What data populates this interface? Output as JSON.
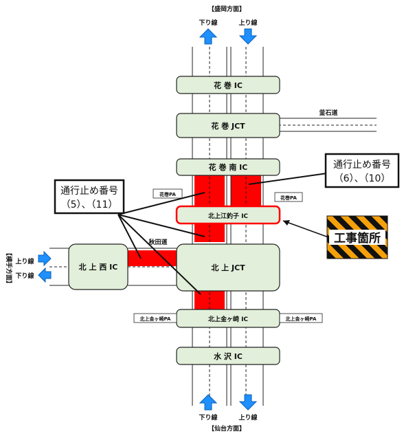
{
  "directions": {
    "north": "【盛岡方面】",
    "south": "【仙台方面】",
    "west": "【横手方面】"
  },
  "lanes": {
    "down": "下り線",
    "up": "上り線"
  },
  "interchanges": {
    "hanamaki_ic": "花 巻 IC",
    "hanamaki_jct": "花 巻 JCT",
    "hanamaki_minami_ic": "花 巻 南 IC",
    "kitakami_esashi_ic": "北上江釣子 IC",
    "kitakami_jct": "北 上 JCT",
    "kitakami_nishi_ic": "北 上 西 IC",
    "kitakami_kanegasaki_ic": "北上金ヶ崎 IC",
    "mizusawa_ic": "水 沢 IC"
  },
  "roads": {
    "kamaishi": "釜石道",
    "akita": "秋田道"
  },
  "parking_areas": {
    "hanamaki_pa_left": "花巻PA",
    "hanamaki_pa_right": "花巻PA",
    "kanegasaki_pa_left": "北上金ヶ崎PA",
    "kanegasaki_pa_right": "北上金ヶ崎PA"
  },
  "callouts": {
    "left": {
      "line1": "通行止め番号",
      "line2": "（5）、（11）"
    },
    "right": {
      "line1": "通行止め番号",
      "line2": "（6）、（10）"
    }
  },
  "construction_label": "工事箇所",
  "colors": {
    "closure_red": "#ff0000",
    "box_fill": "#e2efda",
    "arrow_blue": "#1e90ff",
    "highlight_border": "#ff0000",
    "stripe_orange": "#f5a00a"
  }
}
